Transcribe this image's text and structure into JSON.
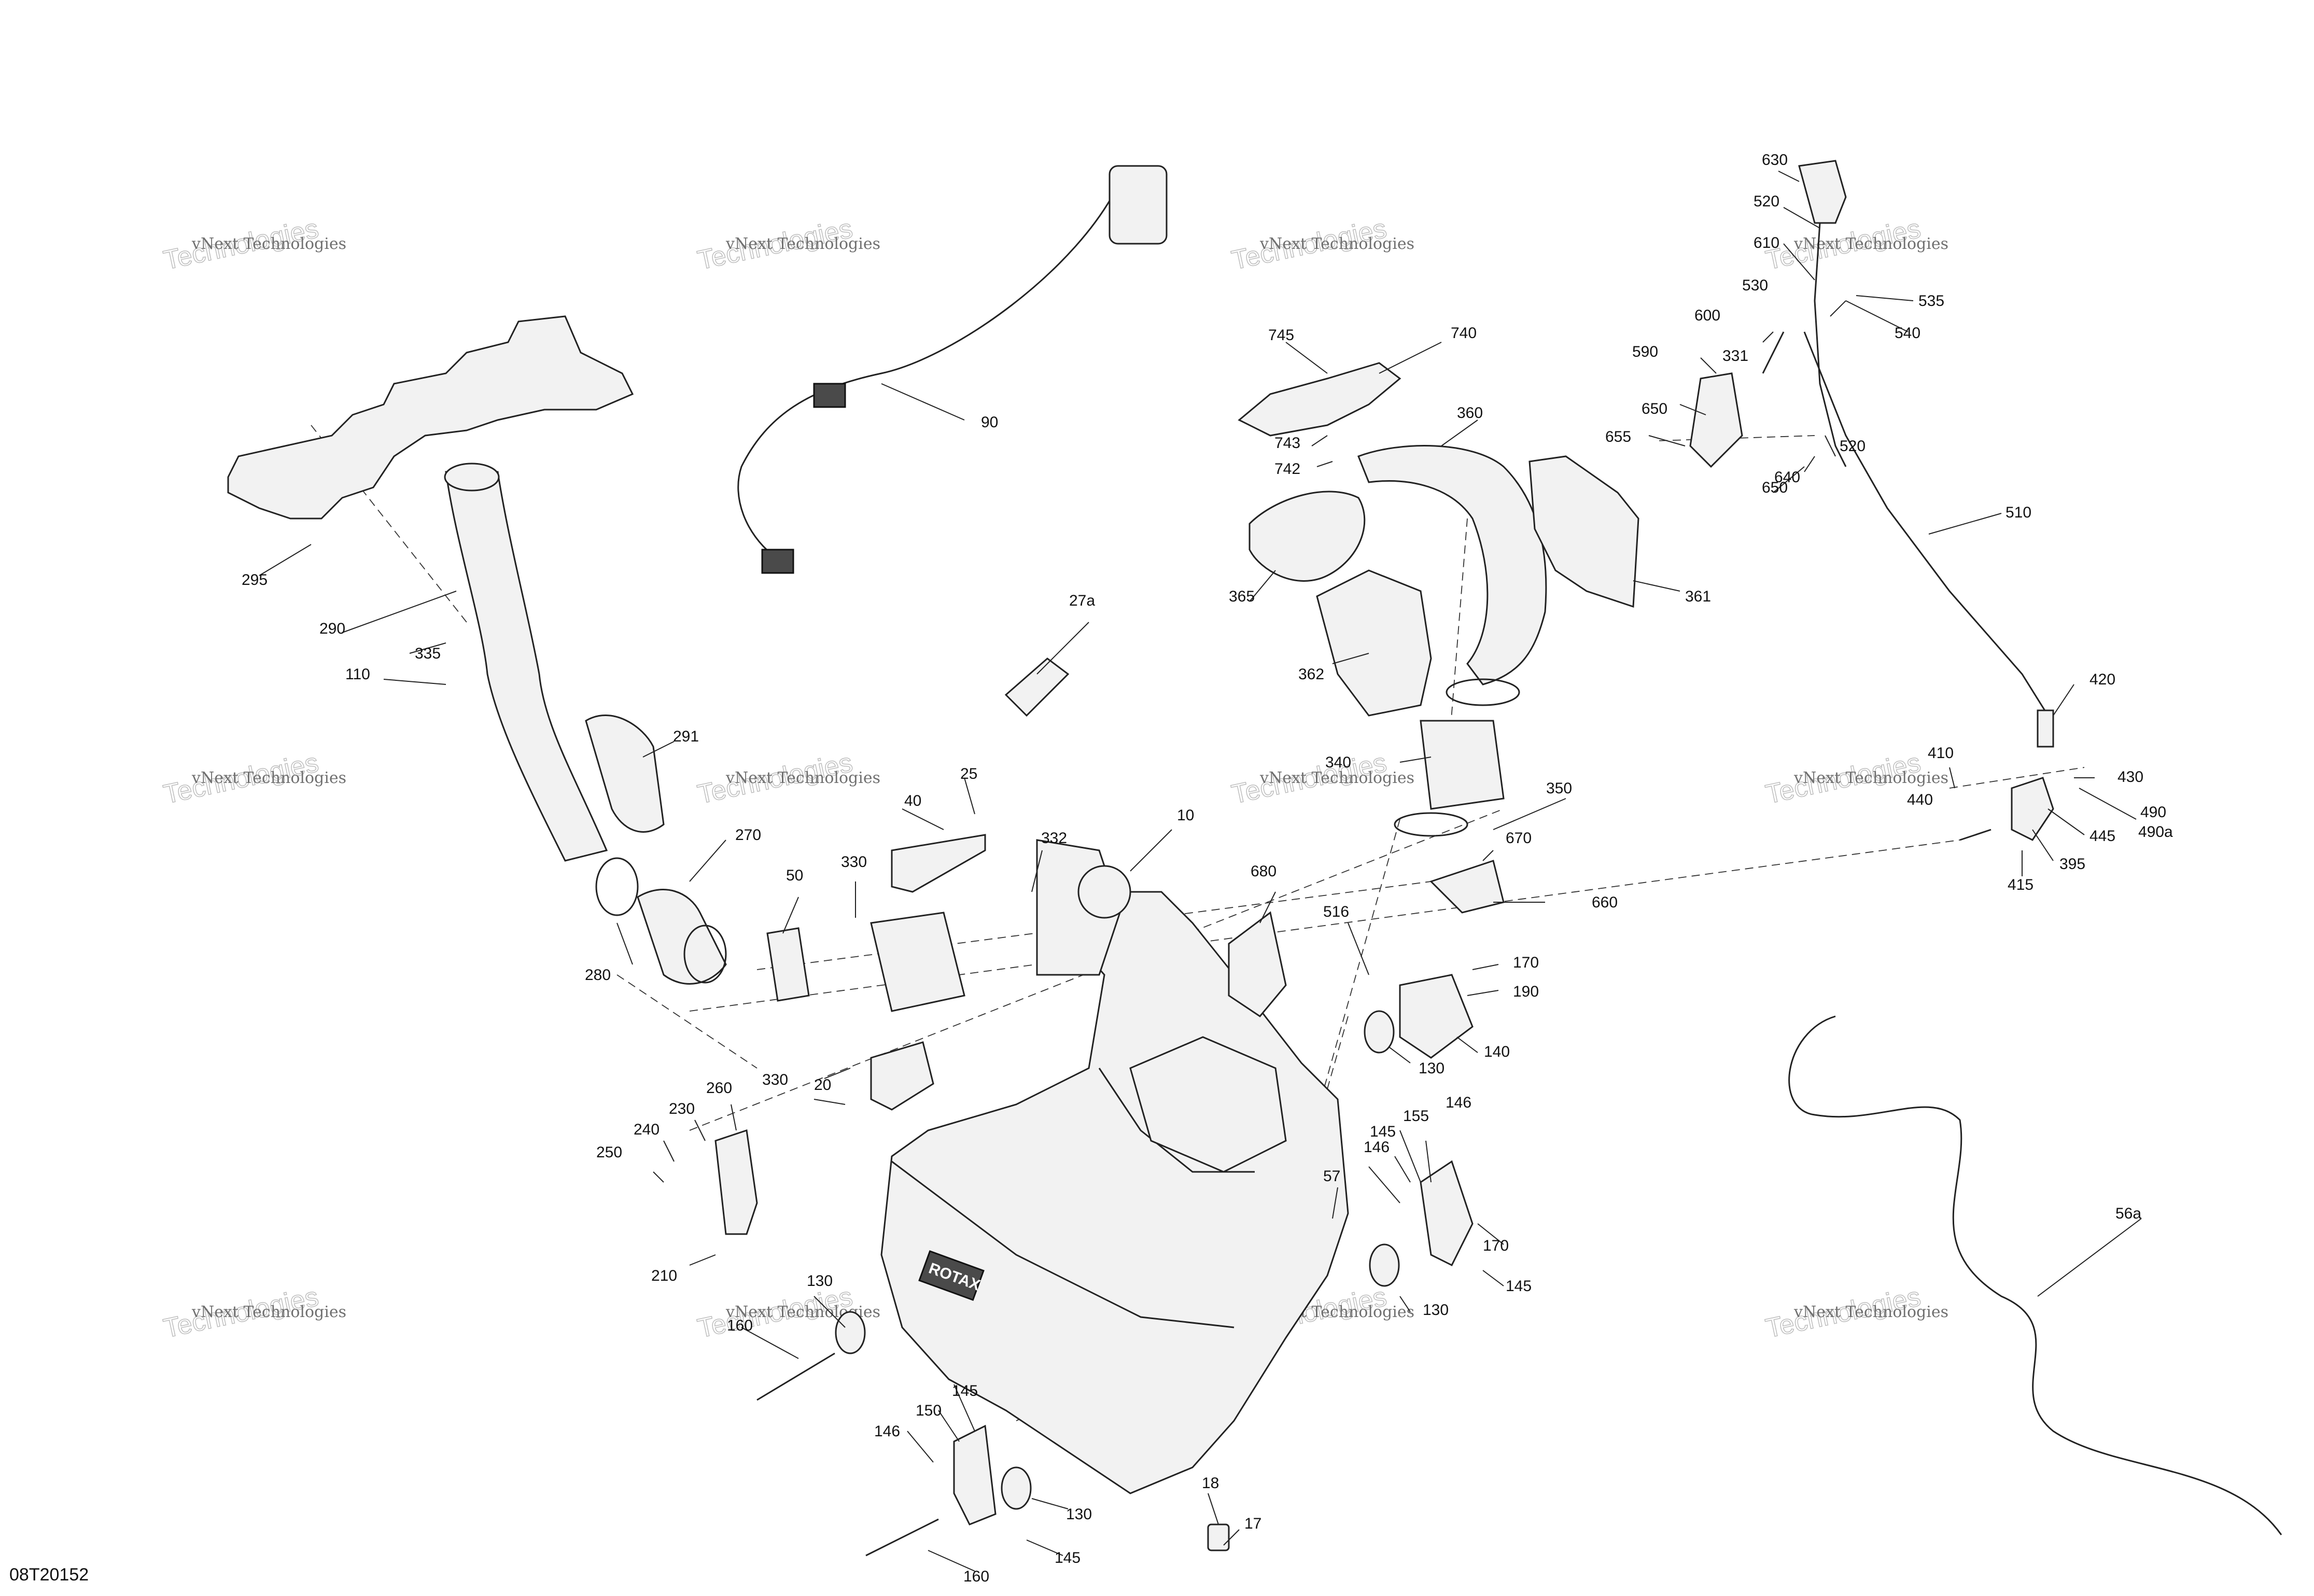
{
  "drawing_id": "08T20152",
  "watermark": {
    "line1": "vNext Technologies",
    "line2": "Technologies",
    "brand": "vNext"
  },
  "engine_logo": "ROTAX",
  "callouts": [
    "630",
    "520",
    "610",
    "535",
    "530",
    "540",
    "600",
    "331",
    "590",
    "650",
    "655",
    "640",
    "650",
    "520",
    "510",
    "420",
    "410",
    "440",
    "430",
    "490",
    "490a",
    "445",
    "395",
    "415",
    "745",
    "740",
    "743",
    "742",
    "360",
    "365",
    "361",
    "362",
    "27a",
    "340",
    "350",
    "90",
    "295",
    "290",
    "335",
    "110",
    "291",
    "270",
    "280",
    "25",
    "40",
    "332",
    "10",
    "330",
    "50",
    "680",
    "516",
    "670",
    "660",
    "170",
    "190",
    "130",
    "140",
    "330",
    "20",
    "260",
    "230",
    "240",
    "250",
    "210",
    "146",
    "155",
    "145",
    "146",
    "57",
    "170",
    "145",
    "130",
    "160",
    "130",
    "150",
    "145",
    "146",
    "18",
    "17",
    "130",
    "145",
    "160",
    "56a"
  ]
}
